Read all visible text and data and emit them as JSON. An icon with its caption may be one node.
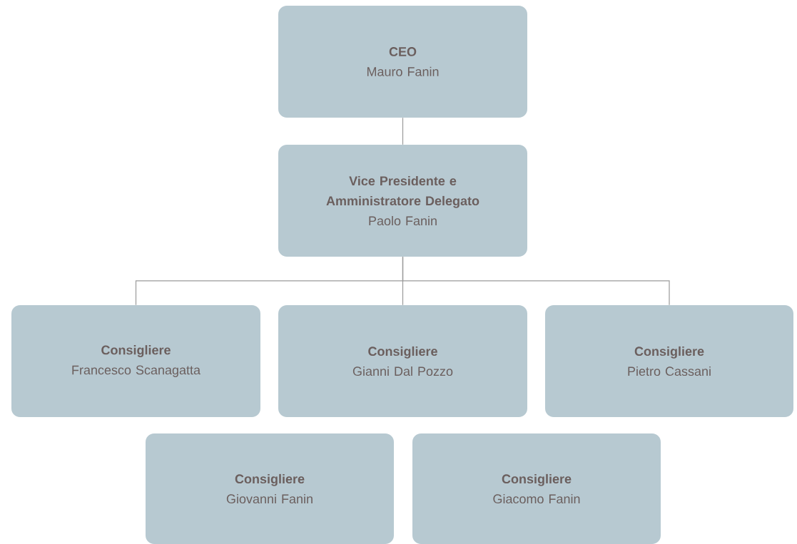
{
  "diagram": {
    "nodes": [
      {
        "text": [
          "CEO",
          "Mauro Fanin"
        ]
      },
      {
        "text": [
          "Vice Presidente e Amministratore Delegato",
          "Paolo Fanin"
        ]
      },
      {
        "text": [
          "Consigliere",
          "Francesco Scanagatta"
        ]
      },
      {
        "text": [
          "Consigliere",
          "Gianni Dal Pozzo"
        ]
      },
      {
        "text": [
          "Consigliere",
          "Pietro Cassani"
        ]
      },
      {
        "text": [
          "Consigliere",
          "Giovanni Fanin"
        ]
      },
      {
        "text": [
          "Consigliere",
          "Giacomo Fanin"
        ]
      }
    ],
    "edges": [
      {
        "from": 0,
        "to": 1,
        "arrow": "none"
      },
      {
        "from": 1,
        "to": 2,
        "arrow": "none"
      },
      {
        "from": 1,
        "to": 3,
        "arrow": "none"
      },
      {
        "from": 1,
        "to": 4,
        "arrow": "none"
      }
    ]
  }
}
